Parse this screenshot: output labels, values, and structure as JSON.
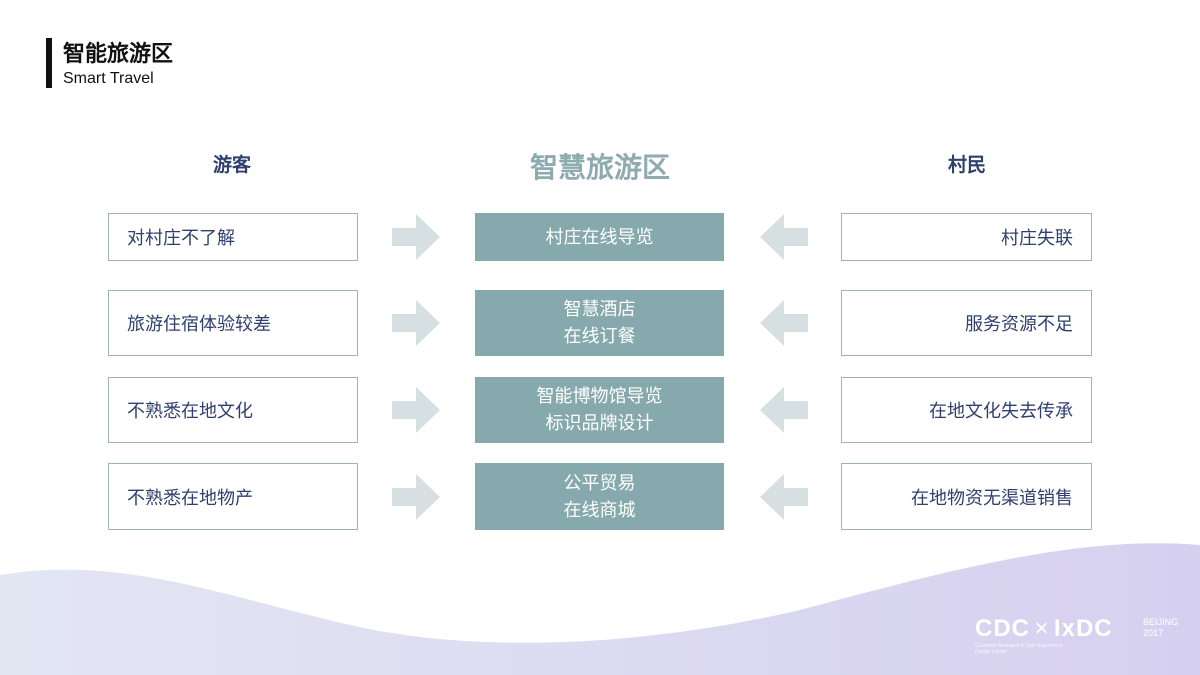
{
  "header": {
    "title": "智能旅游区",
    "subtitle": "Smart Travel"
  },
  "columns": {
    "left": "游客",
    "center": "智慧旅游区",
    "right": "村民"
  },
  "rows": [
    {
      "left": "对村庄不了解",
      "center": [
        "村庄在线导览"
      ],
      "right": "村庄失联"
    },
    {
      "left": "旅游住宿体验较差",
      "center": [
        "智慧酒店",
        "在线订餐"
      ],
      "right": "服务资源不足"
    },
    {
      "left": "不熟悉在地文化",
      "center": [
        "智能博物馆导览",
        "标识品牌设计"
      ],
      "right": "在地文化失去传承"
    },
    {
      "left": "不熟悉在地物产",
      "center": [
        "公平贸易",
        "在线商城"
      ],
      "right": "在地物资无渠道销售"
    }
  ],
  "logo": {
    "cdc": "CDC",
    "x": "×",
    "ixdc": "IxDC",
    "tagline": "Customer Research & User Experience Design Center",
    "city": "BEIJING",
    "year": "2017"
  },
  "colors": {
    "accent": "#86a9ad",
    "text": "#2f3f6e",
    "arrow": "#d6e0e3",
    "wave": "#dcd9f2"
  }
}
